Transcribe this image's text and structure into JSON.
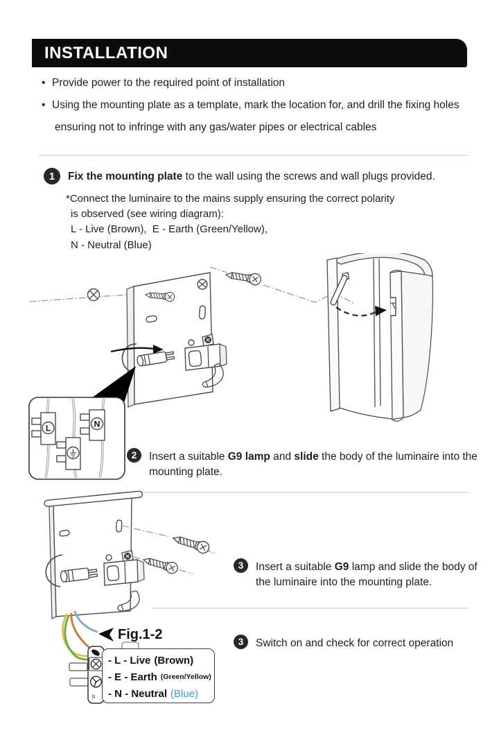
{
  "header": {
    "title": "INSTALLATION"
  },
  "intro": {
    "bullet_1": "Provide power to the required point of installation",
    "bullet_2": "Using the mounting plate as a template, mark the location for, and drill the fixing holes",
    "bullet_3": "ensuring not to infringe with any gas/water pipes or electrical cables"
  },
  "step1": {
    "number": "1",
    "bold": "Fix the mounting plate",
    "rest": " to the wall using the screws and wall plugs provided.",
    "note_line1": "*Connect the luminaire to the mains supply ensuring the correct polarity",
    "note_line2": "is observed (see wiring diagram):",
    "note_line3": "L - Live (Brown),  E - Earth (Green/Yellow),",
    "note_line4": "N - Neutral (Blue)"
  },
  "step2": {
    "number": "2",
    "part1": "Insert a suitable ",
    "bold1": "G9 lamp",
    "part2": " and ",
    "bold2": "slide",
    "part3": " the body of the luminaire into the mounting plate."
  },
  "step3a": {
    "number": "3",
    "part1": "Insert a suitable ",
    "bold1": "G9",
    "part2": " lamp and slide the body of the luminaire into the mounting plate."
  },
  "step3b": {
    "number": "3",
    "text": "Switch on and check for correct operation"
  },
  "figure": {
    "label": "Fig.1-2",
    "legend": [
      {
        "label": "- L - Live",
        "value": "(Brown)"
      },
      {
        "label": "- E - Earth",
        "value": "(Green/Yellow)"
      },
      {
        "label": "- N - Neutral",
        "value": "(Blue)"
      }
    ]
  },
  "diagram_labels": {
    "terminal_live": "L",
    "terminal_neutral": "N",
    "terminal_mark": "b"
  },
  "colors": {
    "header_bg": "#0c0c0c",
    "badge": "#26292c",
    "neutral_blue": "#3d9bd6",
    "wire_green": "#6fae4e",
    "wire_yellow": "#d9c44a",
    "wire_brown": "#d0793c",
    "wire_blue": "#7fadd2"
  }
}
